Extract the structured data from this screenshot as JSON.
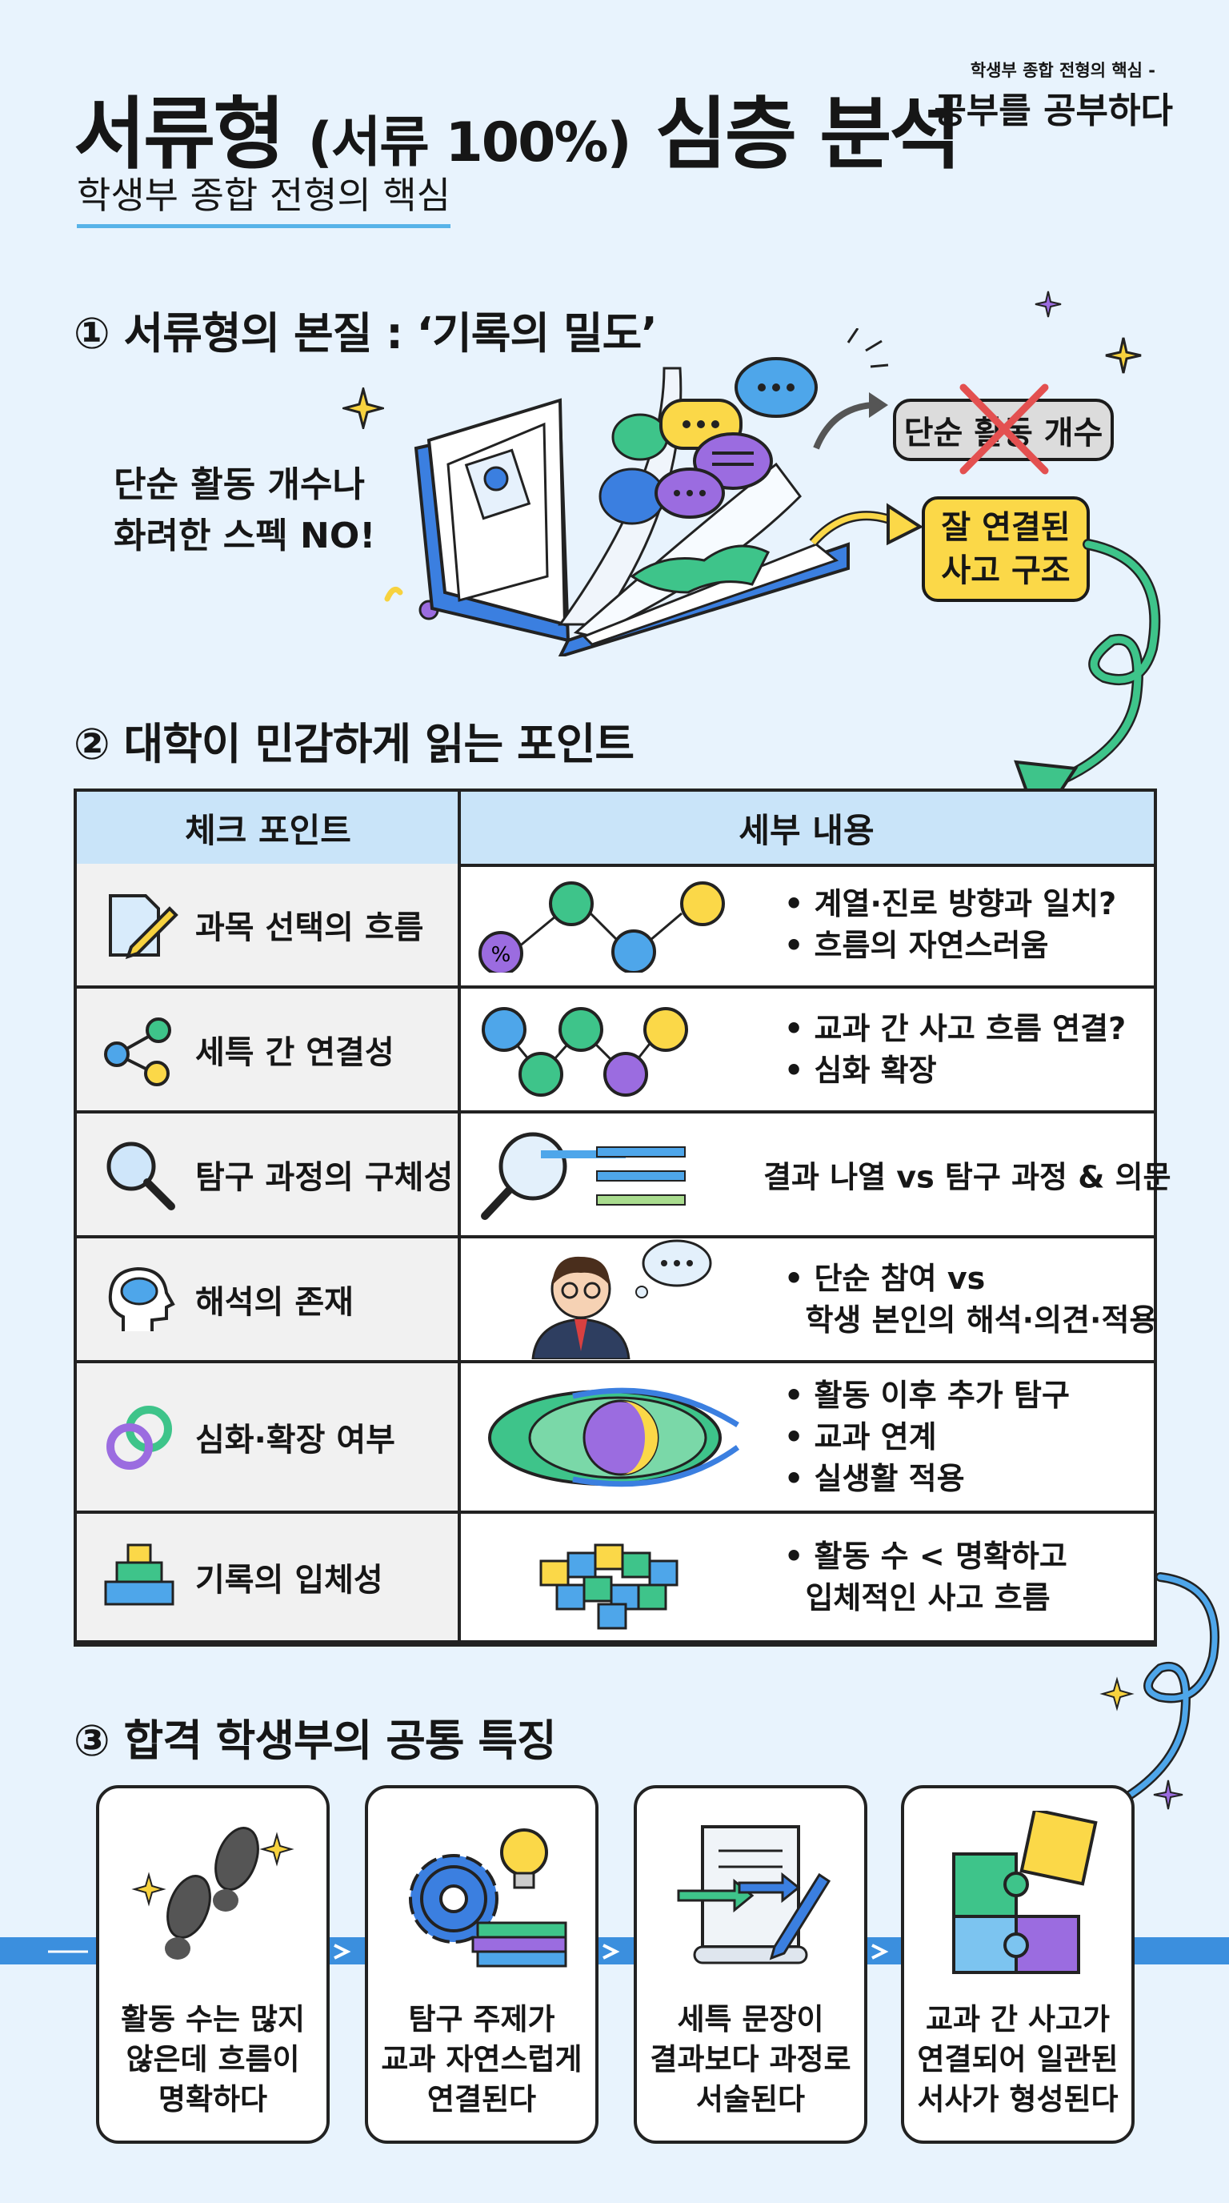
{
  "header": {
    "title_main": "서류형",
    "title_paren": "(서류 100%)",
    "title_tail": "심층 분석",
    "subtitle": "학생부 종합 전형의 핵심",
    "brand_small": "학생부 종합 전형의 핵심 -",
    "brand": "공부를 공부하다"
  },
  "section1": {
    "title": "① 서류형의 본질 : ‘기록의 밀도’",
    "left_text_line1": "단순 활동 개수나",
    "left_text_line2": "화려한 스펙 NO!",
    "crossed_label": "단순 활동 개수",
    "highlight_label": "잘 연결된\n사고 구조"
  },
  "section2": {
    "title": "② 대학이 민감하게 읽는 포인트",
    "col1": "체크 포인트",
    "col2": "세부 내용",
    "rows": [
      {
        "icon": "pencil-paper-icon",
        "label": "과목 선택의 흐름",
        "lines": [
          "계열·진로 방향과 일치?",
          "흐름의 자연스러움"
        ]
      },
      {
        "icon": "network-nodes-icon",
        "label": "세특 간 연결성",
        "lines": [
          "교과 간 사고 흐름 연결?",
          "심화 확장"
        ]
      },
      {
        "icon": "magnifier-icon",
        "label": "탐구 과정의 구체성",
        "plain": "결과 나열 vs 탐구 과정 & 의문"
      },
      {
        "icon": "head-brain-icon",
        "label": "해석의 존재",
        "lines": [
          "단순 참여 vs"
        ],
        "cont": "학생 본인의 해석·의견·적용"
      },
      {
        "icon": "rings-icon",
        "label": "심화·확장 여부",
        "lines": [
          "활동 이후 추가 탐구",
          "교과 연계",
          "실생활 적용"
        ]
      },
      {
        "icon": "pyramid-blocks-icon",
        "label": "기록의 입체성",
        "lines": [
          "활동 수 < 명확하고"
        ],
        "cont": "입체적인 사고 흐름"
      }
    ]
  },
  "section3": {
    "title": "③ 합격 학생부의 공통 특징",
    "cards": [
      {
        "icon": "footprints-icon",
        "text": "활동 수는 많지\n않은데 흐름이\n명확하다"
      },
      {
        "icon": "gear-bulb-books-icon",
        "text": "탐구 주제가\n교과 자연스럽게\n연결된다"
      },
      {
        "icon": "scroll-pen-icon",
        "text": "세특 문장이\n결과보다 과정로\n서술된다"
      },
      {
        "icon": "puzzle-icon",
        "text": "교과 간 사고가\n연결되어 일관된\n서사가 형성된다"
      }
    ]
  },
  "colors": {
    "background": "#e8f3fd",
    "accent_blue": "#3b8fde",
    "table_header": "#c9e4f9",
    "highlight_yellow": "#fbd848",
    "green": "#3ec48a",
    "purple": "#9b6ce0"
  }
}
